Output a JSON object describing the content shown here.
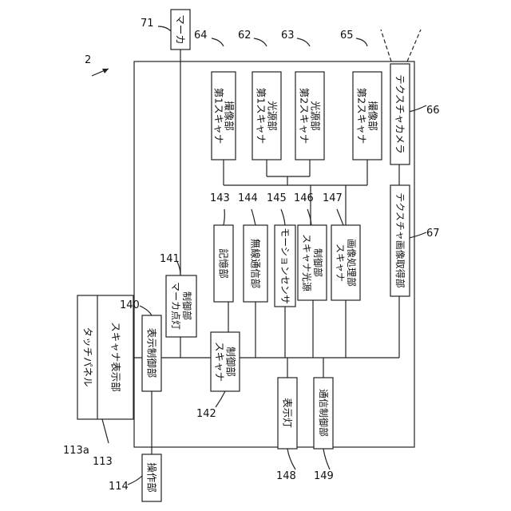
{
  "device_ref": "2",
  "blocks": {
    "marker": {
      "ref": "71",
      "label": "マーカ"
    },
    "scanner1_imaging": {
      "ref": "64",
      "line1": "第1スキャナ",
      "line2": "撮像部"
    },
    "scanner1_light": {
      "ref": "62",
      "line1": "第1スキャナ",
      "line2": "光源部"
    },
    "scanner2_light": {
      "ref": "63",
      "line1": "第2スキャナ",
      "line2": "光源部"
    },
    "scanner2_imaging": {
      "ref": "65",
      "line1": "第2スキャナ",
      "line2": "撮像部"
    },
    "texture_camera": {
      "ref": "66",
      "label": "テクスチャカメラ"
    },
    "storage": {
      "ref": "143",
      "label": "記憶部"
    },
    "wireless": {
      "ref": "144",
      "label": "無線通信部"
    },
    "motion_sensor": {
      "ref": "145",
      "label": "モーションセンサ"
    },
    "light_control": {
      "ref": "146",
      "line1": "スキャナ光源",
      "line2": "制御部"
    },
    "image_processing": {
      "ref": "147",
      "line1": "スキャナ",
      "line2": "画像処理部"
    },
    "texture_acquisition": {
      "ref": "67",
      "label": "テクスチャ画像取得部"
    },
    "marker_light_control": {
      "ref": "141",
      "line1": "マーカ点灯",
      "line2": "制御部"
    },
    "display_control": {
      "ref": "140",
      "label": "表示制御部"
    },
    "scanner_control": {
      "ref": "142",
      "line1": "スキャナ",
      "line2": "制御部"
    },
    "touch_panel": {
      "ref": "113a",
      "label": "タッチパネル"
    },
    "scanner_display": {
      "ref": "113",
      "label": "スキャナ表示部"
    },
    "indicator_lamp": {
      "ref": "148",
      "label": "表示灯"
    },
    "comm_control": {
      "ref": "149",
      "label": "通信制御部"
    },
    "operation": {
      "ref": "114",
      "label": "操作部"
    }
  }
}
